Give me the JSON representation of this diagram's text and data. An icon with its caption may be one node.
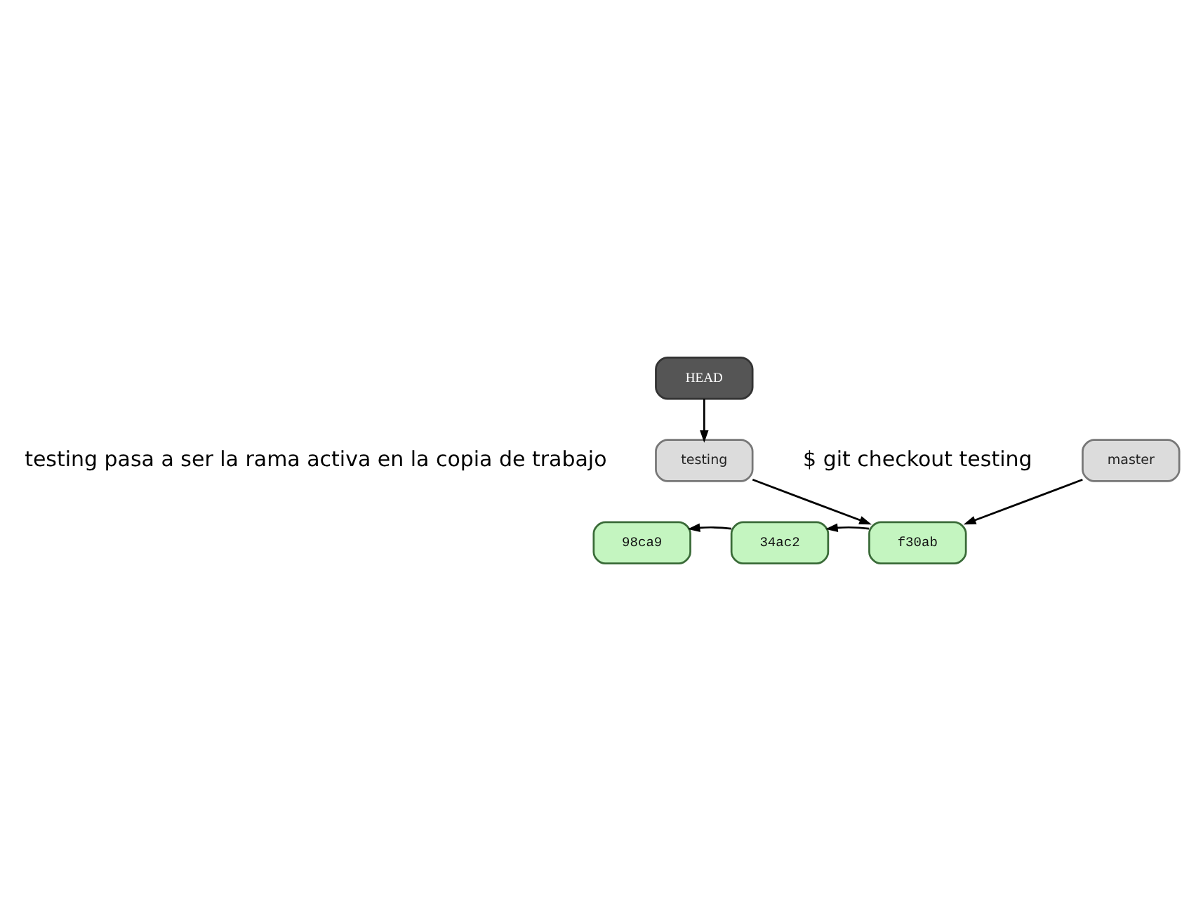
{
  "diagram": {
    "nodes": [
      {
        "text": [
          "master"
        ]
      },
      {
        "text": [
          "98ca9"
        ]
      },
      {
        "text": [
          "34ac2"
        ]
      },
      {
        "text": [
          "f30ab"
        ]
      },
      {
        "text": [
          "testing"
        ]
      },
      {
        "text": [
          "HEAD"
        ]
      }
    ],
    "edges": [
      {
        "from": 0,
        "to": 3,
        "arrow": "to"
      },
      {
        "from": 3,
        "to": 2,
        "arrow": "to"
      },
      {
        "from": 2,
        "to": 1,
        "arrow": "to"
      },
      {
        "from": 4,
        "to": 3,
        "arrow": "to"
      },
      {
        "from": 5,
        "to": 4,
        "arrow": "to"
      }
    ],
    "labels": [
      "$ git checkout testing",
      "testing pasa a ser la rama activa en la copia de trabajo"
    ]
  }
}
